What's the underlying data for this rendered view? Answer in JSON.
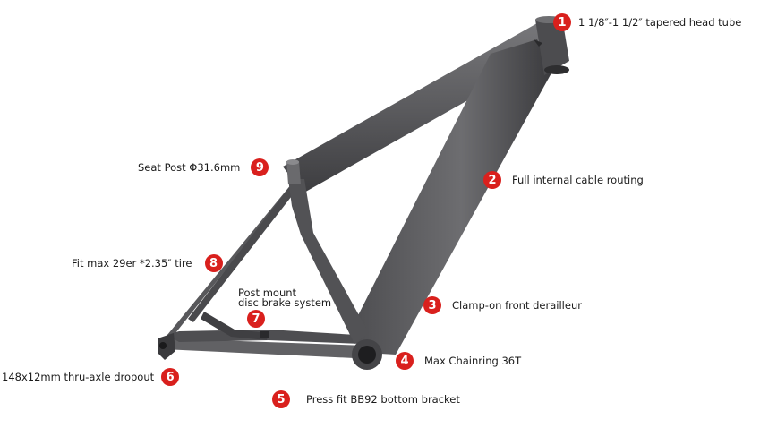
{
  "callouts": [
    {
      "n": "1",
      "text": "1 1/8″-1 1/2″ tapered head tube"
    },
    {
      "n": "2",
      "text": "Full internal cable routing"
    },
    {
      "n": "3",
      "text": "Clamp-on front derailleur"
    },
    {
      "n": "4",
      "text": "Max Chainring 36T"
    },
    {
      "n": "5",
      "text": "Press fit BB92 bottom bracket"
    },
    {
      "n": "6",
      "text": "148x12mm thru-axle dropout"
    },
    {
      "n": "7",
      "line1": "Post mount",
      "line2": "disc brake system"
    },
    {
      "n": "8",
      "text": "Fit max 29er *2.35″ tire"
    },
    {
      "n": "9",
      "text": "Seat Post  Φ31.6mm"
    }
  ],
  "colors": {
    "marker": "#d9201d",
    "frame": "#5a5a5d",
    "frame_dark": "#2f2f31"
  }
}
